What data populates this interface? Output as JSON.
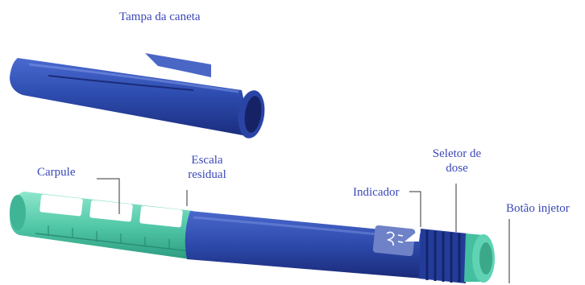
{
  "labels": {
    "cap": "Tampa da caneta",
    "cartridge": "Carpule",
    "residual_scale_line1": "Escala",
    "residual_scale_line2": "residual",
    "indicator": "Indicador",
    "dose_selector_line1": "Seletor de",
    "dose_selector_line2": "dose",
    "injector_button": "Botão injetor"
  },
  "colors": {
    "label_text": "#3a47b8",
    "leader_line": "#333333",
    "pen_body_blue": "#2f4fb0",
    "pen_body_dark": "#1c2f80",
    "cartridge_green": "#58d0b0",
    "cartridge_dark": "#2fa587"
  }
}
